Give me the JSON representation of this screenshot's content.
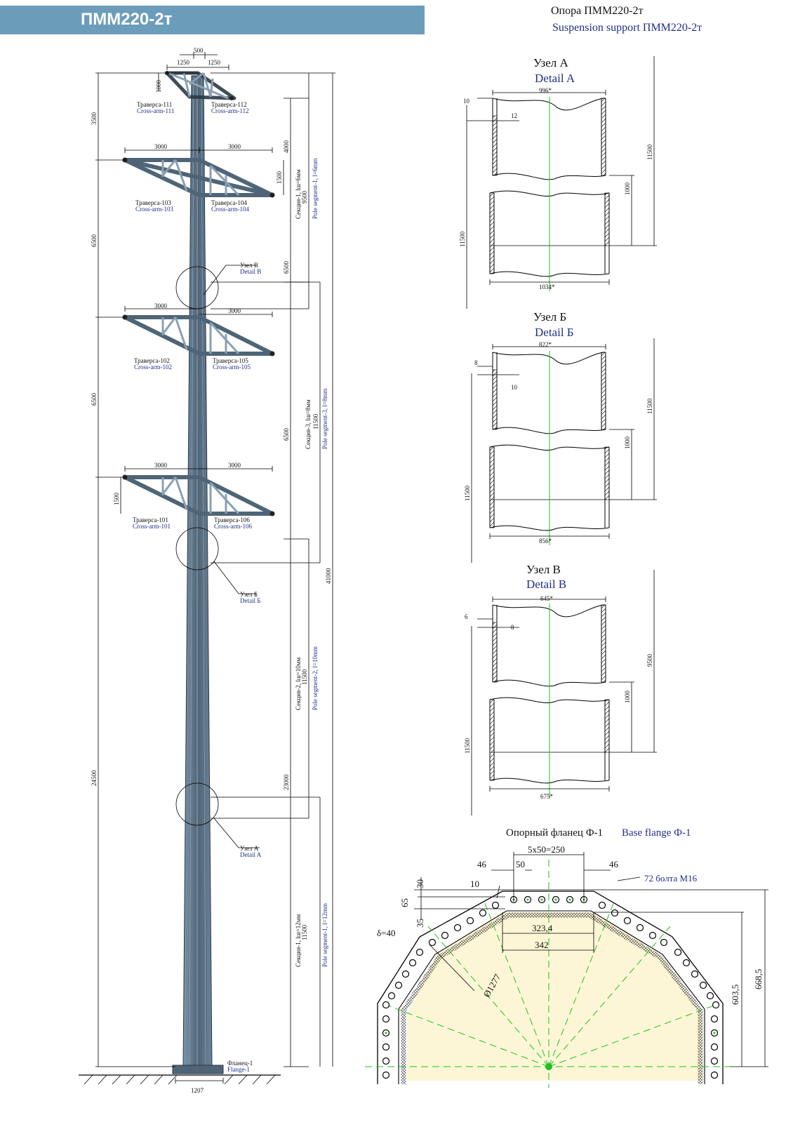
{
  "header": {
    "badge": "ПММ220-2т",
    "title_ru": "Опора ПММ220-2т",
    "title_en": "Suspension support ПММ220-2т"
  },
  "pole": {
    "top_dims": {
      "w500": "500",
      "w1250a": "1250",
      "w1250b": "1250",
      "h1000": "1000"
    },
    "crossarms": [
      {
        "ru": "Траверса-111",
        "en": "Cross-arm-111"
      },
      {
        "ru": "Траверса-112",
        "en": "Cross-arm-112"
      },
      {
        "ru": "Траверса-103",
        "en": "Cross-arm-103"
      },
      {
        "ru": "Траверса-104",
        "en": "Cross-arm-104"
      },
      {
        "ru": "Траверса-102",
        "en": "Cross-arm-102"
      },
      {
        "ru": "Траверса-105",
        "en": "Cross-arm-105"
      },
      {
        "ru": "Траверса-101",
        "en": "Cross-arm-101"
      },
      {
        "ru": "Траверса-106",
        "en": "Cross-arm-106"
      }
    ],
    "arm_span": "3000",
    "arm_height": "1500",
    "left_dims": [
      "3500",
      "6500",
      "6500",
      "24500"
    ],
    "right_dims": {
      "d4000": "4000",
      "d9500": "9500",
      "d6500a": "6500",
      "d6500b": "6500",
      "d11500a": "11500",
      "d23000": "23000",
      "d11500b": "11500",
      "d11500c": "11500",
      "d41000": "41000"
    },
    "sections": {
      "s1_ru": "Секция-1, lш=6мм",
      "s1_en": "Pole segment-1, l=6mm",
      "s3_ru": "Секция-3, lш=8мм",
      "s3_en": "Pole segment-3, l=8mm",
      "s2_ru": "Секция-2, lш=10мм",
      "s2_en": "Pole segment-2, l=10mm",
      "s1b_ru": "Секция-1, lш=12мм",
      "s1b_en": "Pole segment-1, l=12mm"
    },
    "detail_refs": {
      "b_ru": "Узел В",
      "b_en": "Detail B",
      "be_ru": "Узел Б",
      "be_en": "Detail Б",
      "a_ru": "Узел А",
      "a_en": "Detail A"
    },
    "flange_ru": "Фланец-1",
    "flange_en": "Flange-1",
    "base_width": "1207"
  },
  "details": [
    {
      "ru": "Узел А",
      "en": "Detail A",
      "top": "996*",
      "bottom": "1034*",
      "t1": "10",
      "t2": "12",
      "d_outer": "11500",
      "d_overlap": "1000",
      "d_left": "11500"
    },
    {
      "ru": "Узел Б",
      "en": "Detail Б",
      "top": "822*",
      "bottom": "856*",
      "t1": "8",
      "t2": "10",
      "d_outer": "11500",
      "d_overlap": "1000",
      "d_left": "11500"
    },
    {
      "ru": "Узел В",
      "en": "Detail B",
      "top": "645*",
      "bottom": "675*",
      "t1": "6",
      "t2": "8",
      "d_outer": "9500",
      "d_overlap": "1000",
      "d_left": "11500"
    }
  ],
  "flange": {
    "title_ru": "Опорный фланец Ф-1",
    "title_en": "Base flange Ф-1",
    "bolt_pitch": "5x50=250",
    "d46a": "46",
    "d50": "50",
    "d46b": "46",
    "d10": "10",
    "bolts": "72 болта М16",
    "d30": "30",
    "d65": "65",
    "d35": "35",
    "d323": "323,4",
    "d342": "342",
    "delta": "δ=40",
    "diameter": "Ø1277",
    "d603": "603,5",
    "d668": "668,5"
  },
  "colors": {
    "banner": "#6b9dba",
    "steel": "#4f6577",
    "steel_light": "#8aa0b4",
    "label_en": "#1f2f8a",
    "center_green": "#1fc21f"
  }
}
